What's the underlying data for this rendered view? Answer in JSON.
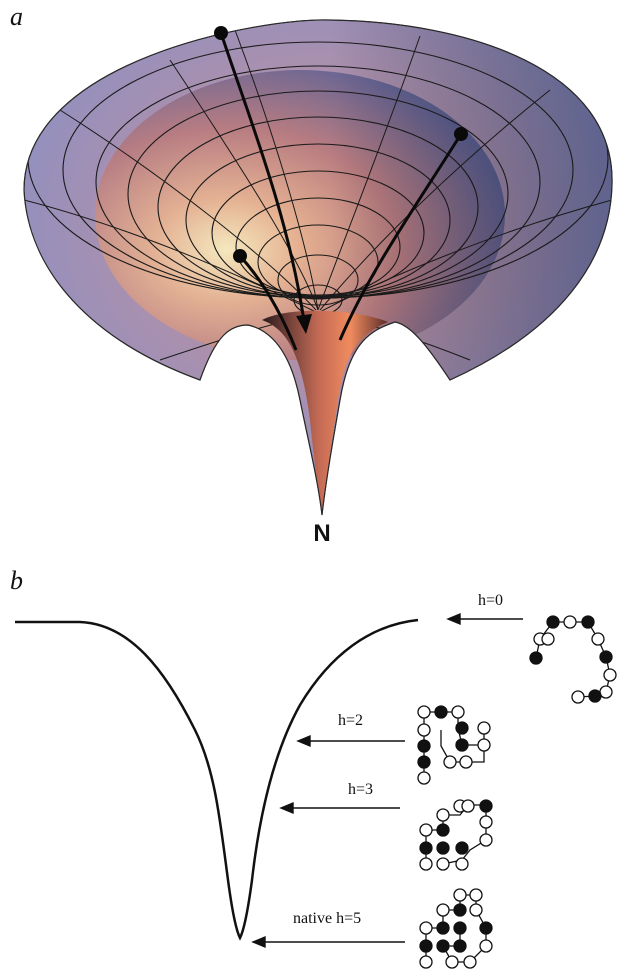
{
  "panel_a": {
    "letter": "a",
    "native_label": "N"
  },
  "panel_b": {
    "letter": "b",
    "states": [
      {
        "label": "h=0"
      },
      {
        "label": "h=2"
      },
      {
        "label": "h=3"
      },
      {
        "label": "native h=5"
      }
    ]
  },
  "colors": {
    "funnel_rim": "#8a93c4",
    "funnel_warm": "#d88a6e",
    "funnel_highlight": "#f6e7a8",
    "funnel_dark": "#2d2d44",
    "line": "#111111"
  }
}
